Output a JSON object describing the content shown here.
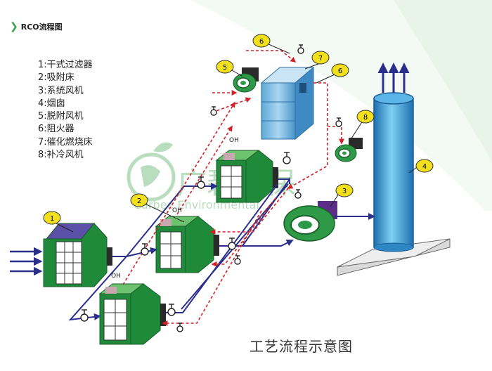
{
  "header": {
    "title": "RCO流程图"
  },
  "legend": [
    "1:干式过滤器",
    "2:吸附床",
    "3:系统风机",
    "4:烟囱",
    "5:脱附风机",
    "6:阻火器",
    "7:催化燃烧床",
    "8:补冷风机"
  ],
  "callouts": {
    "n1": "1",
    "n2": "2",
    "n3": "3",
    "n4": "4",
    "n5": "5",
    "n6a": "6",
    "n6b": "6",
    "n7": "7",
    "n8": "8"
  },
  "oh_labels": {
    "oh1": "OH",
    "oh2": "OH",
    "oh3": "OH"
  },
  "watermark": {
    "brand_cn": "广碧环保",
    "brand_en": "Carbee Environmental"
  },
  "caption": "工艺流程示意图",
  "colors": {
    "accent_green": "#3aa04a",
    "bed_green": "#1f8a3a",
    "flow_blue": "#2b2f8c",
    "flow_red": "#d0232a",
    "callout_yellow": "#f2e01f",
    "chimney_blue": "#3b9bd6"
  }
}
